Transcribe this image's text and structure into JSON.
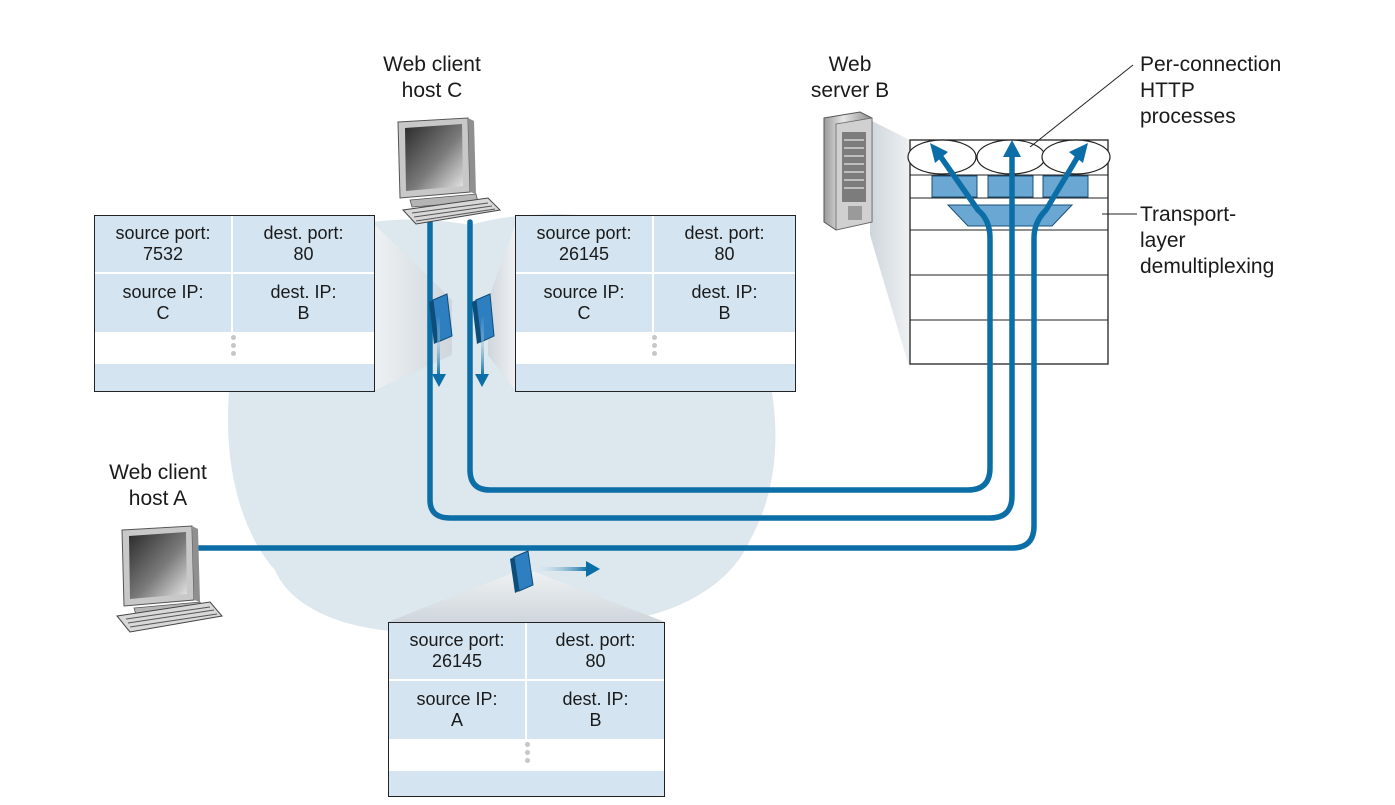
{
  "labels": {
    "client_c": [
      "Web client",
      "host C"
    ],
    "client_a": [
      "Web client",
      "host A"
    ],
    "server_b": [
      "Web",
      "server B"
    ],
    "processes": [
      "Per-connection",
      "HTTP",
      "processes"
    ],
    "demux": [
      "Transport-",
      "layer",
      "demultiplexing"
    ]
  },
  "segments": {
    "c_left": {
      "source_port_label": "source port:",
      "source_port": "7532",
      "dest_port_label": "dest. port:",
      "dest_port": "80",
      "source_ip_label": "source IP:",
      "source_ip": "C",
      "dest_ip_label": "dest. IP:",
      "dest_ip": "B"
    },
    "c_right": {
      "source_port_label": "source port:",
      "source_port": "26145",
      "dest_port_label": "dest. port:",
      "dest_port": "80",
      "source_ip_label": "source IP:",
      "source_ip": "C",
      "dest_ip_label": "dest. IP:",
      "dest_ip": "B"
    },
    "a": {
      "source_port_label": "source port:",
      "source_port": "26145",
      "dest_port_label": "dest. port:",
      "dest_port": "80",
      "source_ip_label": "source IP:",
      "source_ip": "A",
      "dest_ip_label": "dest. IP:",
      "dest_ip": "B"
    }
  },
  "colors": {
    "path_blue": "#0b6ea6",
    "cloud": "#dde7ee",
    "field_fill": "#d4e5f1",
    "socket_fill": "#6ba7d3"
  }
}
